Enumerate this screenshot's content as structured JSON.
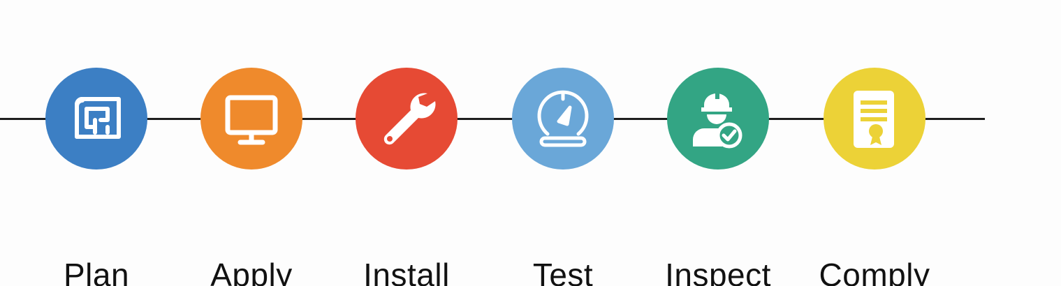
{
  "steps": [
    {
      "label": "Plan",
      "icon": "blueprint-icon",
      "color": "#3c7fc4"
    },
    {
      "label": "Apply",
      "icon": "monitor-icon",
      "color": "#ef8a2c"
    },
    {
      "label": "Install",
      "icon": "wrench-icon",
      "color": "#e64a34"
    },
    {
      "label": "Test",
      "icon": "gauge-icon",
      "color": "#6aa7d8"
    },
    {
      "label": "Inspect",
      "icon": "inspector-icon",
      "color": "#33a584"
    },
    {
      "label": "Comply",
      "icon": "certificate-icon",
      "color": "#ecd237"
    }
  ]
}
